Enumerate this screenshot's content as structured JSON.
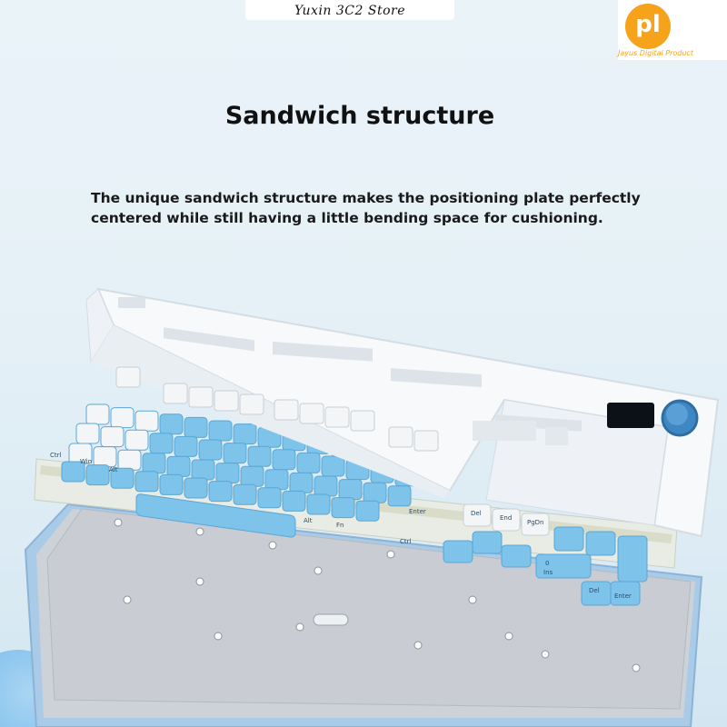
{
  "store_name": "Yuxin 3C2 Store",
  "brand": {
    "logo_text": "pl",
    "tagline": "Jayus Digital Product"
  },
  "title": "Sandwich structure",
  "description": [
    "The unique sandwich structure makes the positioning plate perfectly",
    "centered while still having a little bending space for cushioning."
  ],
  "key_labels": [
    "Ctrl",
    "Win",
    "Alt",
    "Alt",
    "Fn",
    "Ctrl",
    "Del",
    "End",
    "PgDn",
    "Enter",
    "0",
    "Ins",
    "Del",
    "Enter"
  ],
  "colors": {
    "keycap_blue": "#7ec3ea",
    "keycap_white": "#f3f5f7",
    "frame": "#f7f9fb",
    "base_plate": "#c8ccd2",
    "bottom_case": "#9fc4e4",
    "knob": "#3f87c2",
    "accent": "#f7a21b"
  }
}
